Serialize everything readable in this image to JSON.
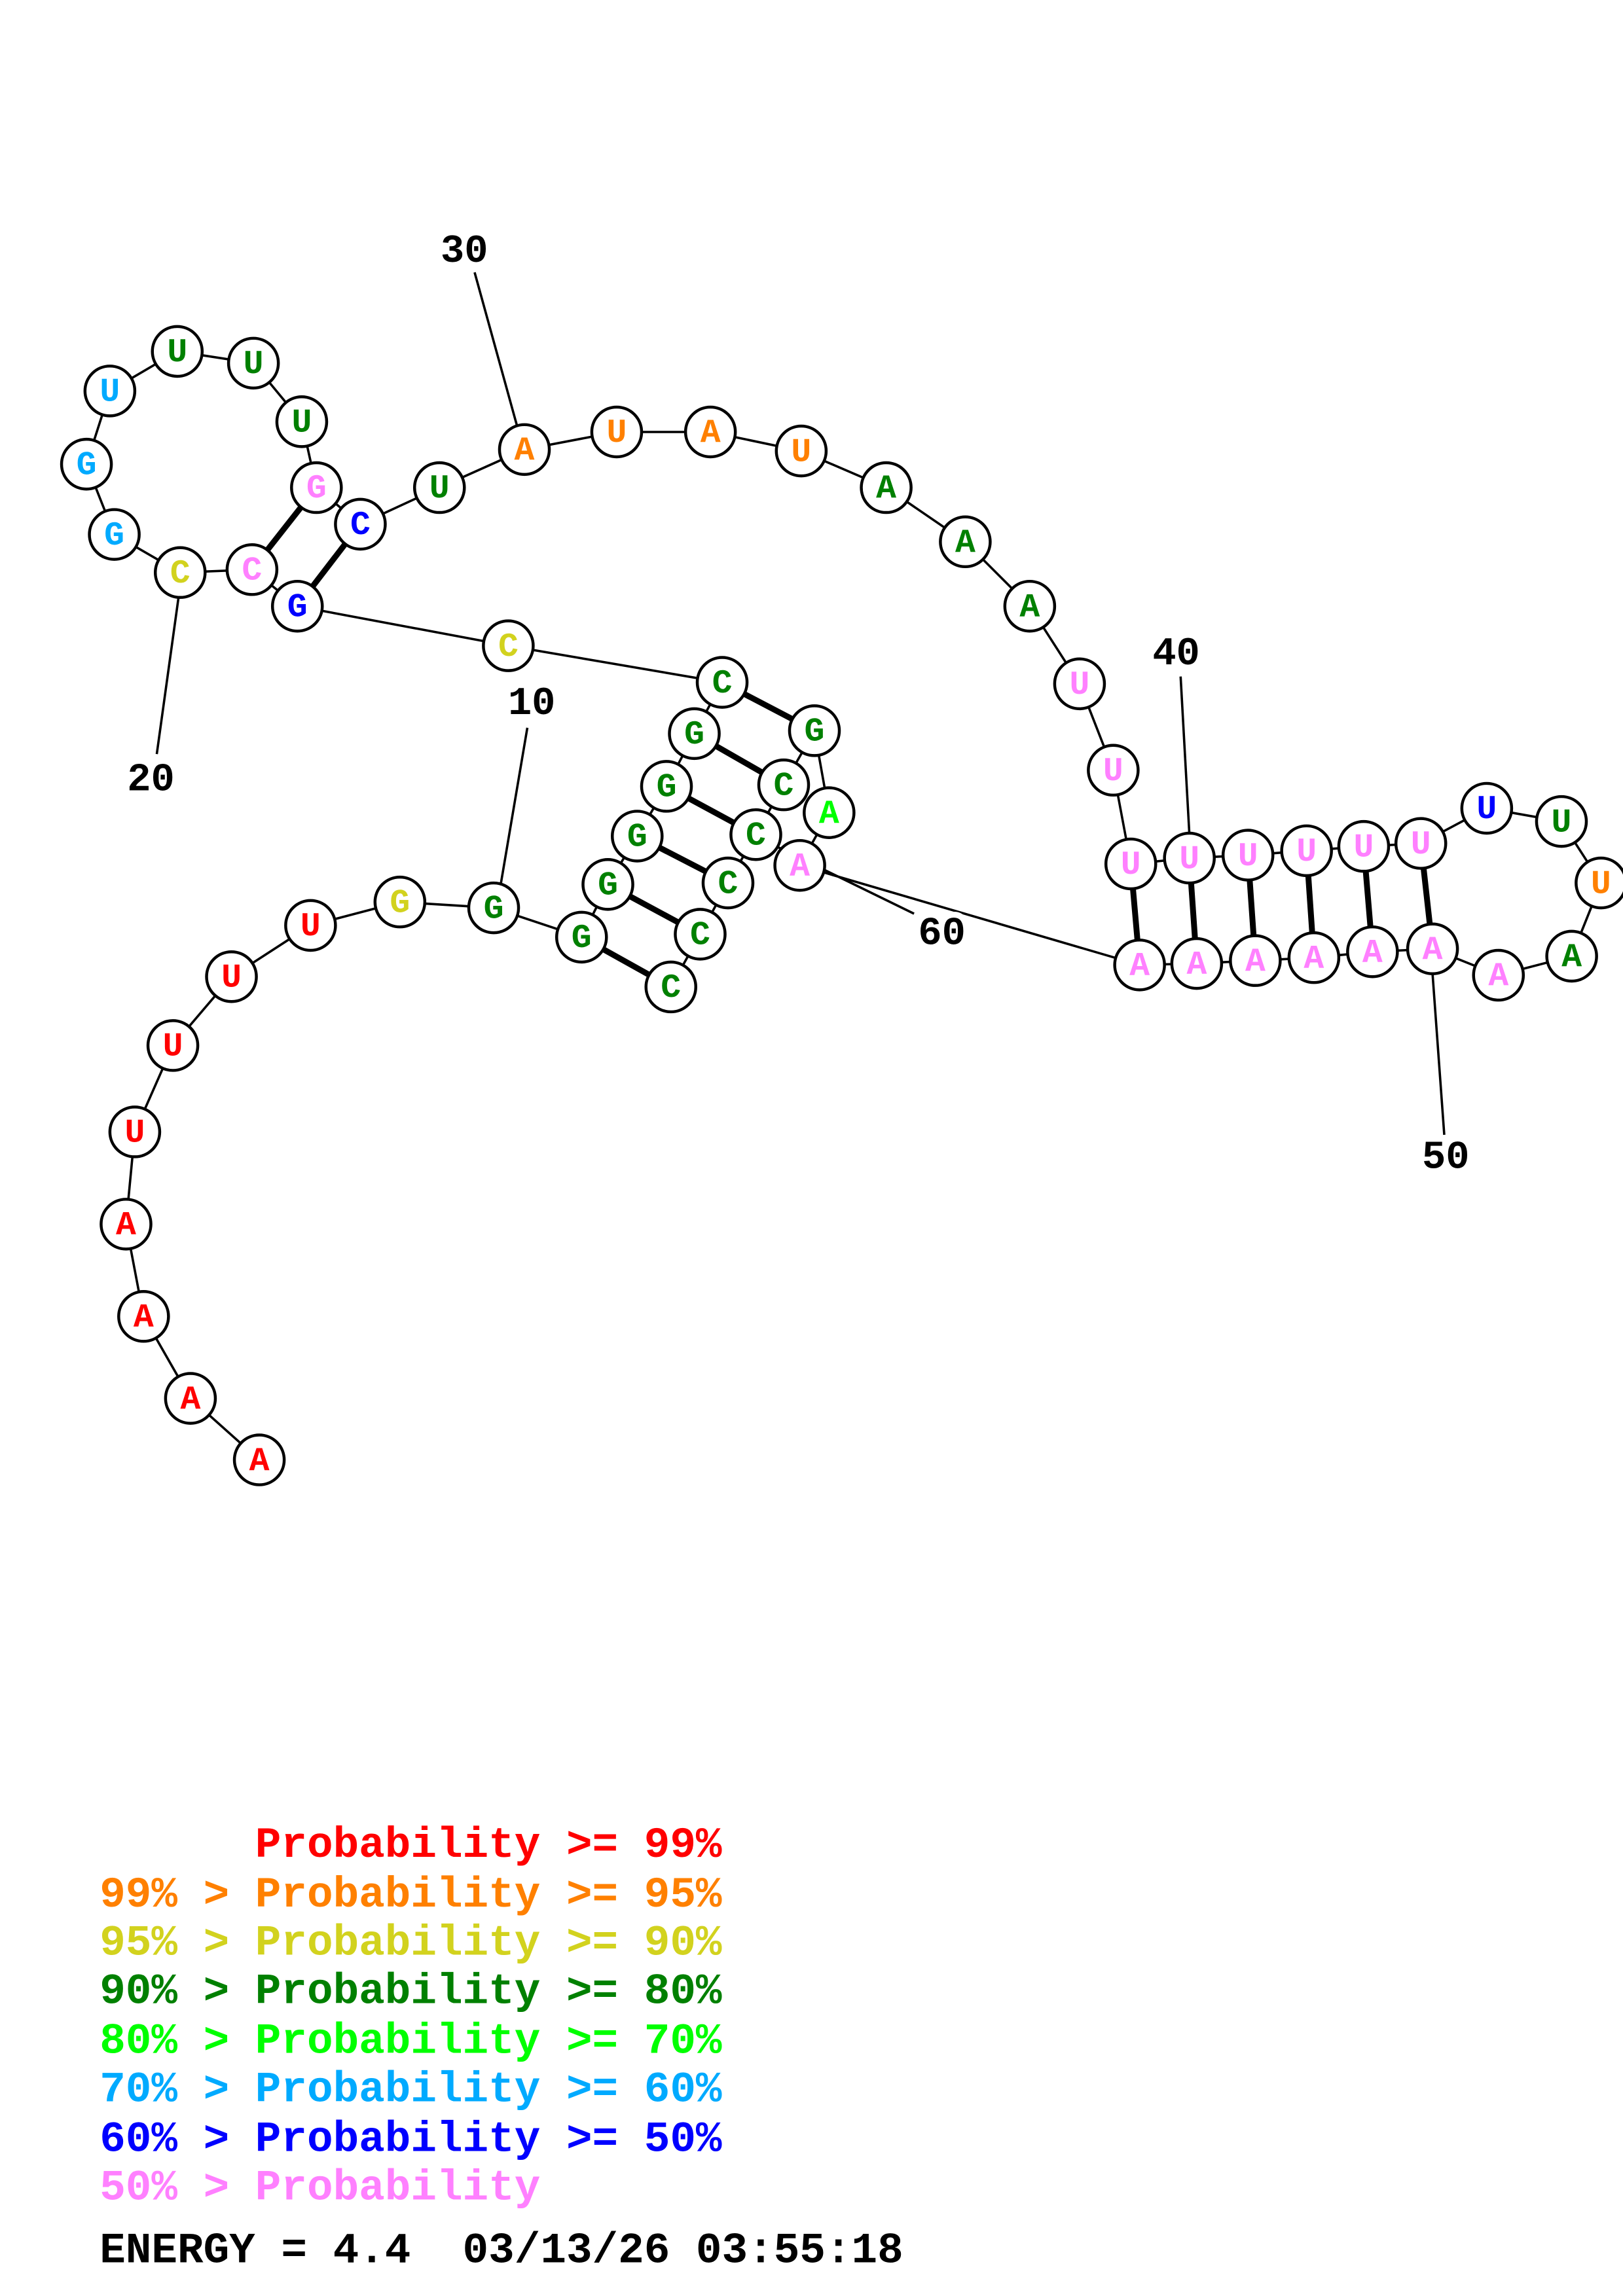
{
  "structure": {
    "sequence": "AAAAUUUUGGGGGGGCCGCCGGUUUUGCUAUAUAAAUUUUUUUUUUUAAAAAAAAAAGCCCCC",
    "probability_class": "000000002333333326725553337631111333777777776313777777774333333",
    "pairs": [
      [
        11,
        63
      ],
      [
        12,
        62
      ],
      [
        13,
        61
      ],
      [
        14,
        60
      ],
      [
        15,
        59
      ],
      [
        16,
        58
      ],
      [
        18,
        28
      ],
      [
        19,
        27
      ],
      [
        39,
        55
      ],
      [
        40,
        54
      ],
      [
        41,
        53
      ],
      [
        42,
        52
      ],
      [
        43,
        51
      ],
      [
        44,
        50
      ]
    ],
    "position_labels": [
      "10",
      "20",
      "30",
      "40",
      "50",
      "60"
    ]
  },
  "colors": [
    "#ff0000",
    "#ff8000",
    "#d2d21e",
    "#008000",
    "#00ff00",
    "#00aaff",
    "#0000ff",
    "#ff80ff"
  ],
  "legend": {
    "lines": [
      {
        "prefix": "    ",
        "text": "Probability >= 99%"
      },
      {
        "prefix": "99% > ",
        "text": "Probability >= 95%"
      },
      {
        "prefix": "95% > ",
        "text": "Probability >= 90%"
      },
      {
        "prefix": "90% > ",
        "text": "Probability >= 80%"
      },
      {
        "prefix": "80% > ",
        "text": "Probability >= 70%"
      },
      {
        "prefix": "70% > ",
        "text": "Probability >= 60%"
      },
      {
        "prefix": "60% > ",
        "text": "Probability >= 50%"
      },
      {
        "prefix": "50% > ",
        "text": "Probability"
      }
    ],
    "energy": "ENERGY = 4.4  03/13/26 03:55:18"
  }
}
